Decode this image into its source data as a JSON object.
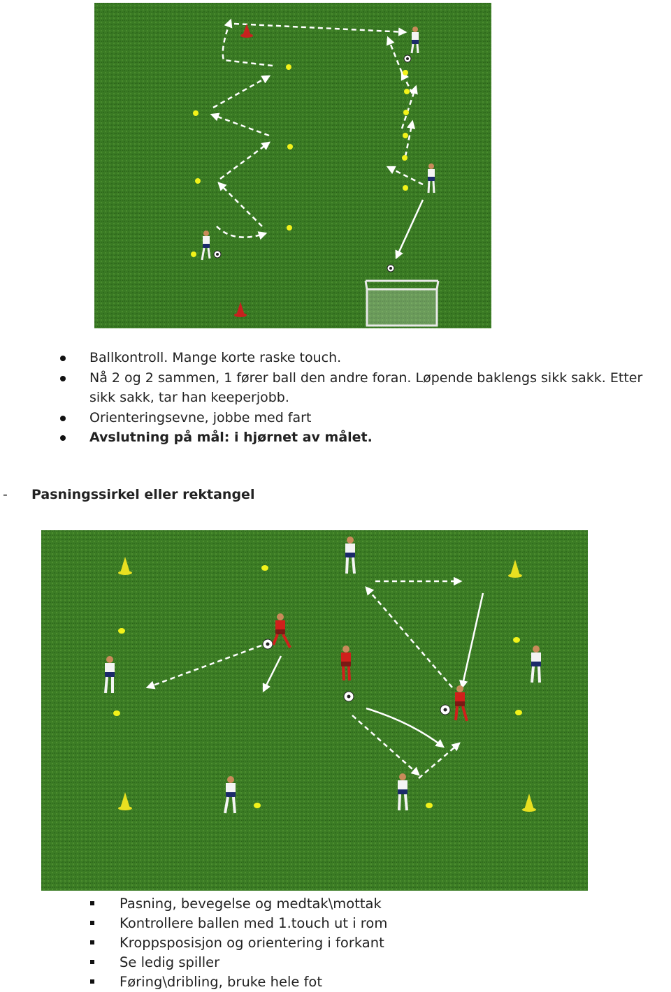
{
  "colors": {
    "grass_dark": "#2f6e1f",
    "grass_light": "#4b8a2c",
    "cone_red": "#c8211e",
    "cone_yellow": "#e8e020",
    "marker_yellow": "#f2f21a",
    "arrow": "#ffffff",
    "team_white": "#f4f4f4",
    "team_red": "#d0201b"
  },
  "drill1": {
    "icons": [
      "cone-red",
      "marker-yellow",
      "player-white",
      "ball",
      "goal",
      "dashed-arrow",
      "solid-arrow"
    ]
  },
  "section1": {
    "bullets": [
      "Ballkontroll. Mange korte raske touch.",
      "Nå 2 og 2 sammen, 1 fører ball den andre foran. Løpende baklengs sikk sakk. Etter sikk sakk, tar han keeperjobb.",
      "Orienteringsevne, jobbe med fart",
      "Avslutning på mål: i hjørnet av målet."
    ]
  },
  "section2": {
    "dash": "-",
    "heading": "Pasningssirkel eller rektangel",
    "bullets": [
      "Pasning, bevegelse og medtak\\mottak",
      "Kontrollere ballen med 1.touch ut i rom",
      "Kroppsposisjon og orientering i forkant",
      "Se ledig spiller",
      "Føring\\dribling, bruke hele fot"
    ]
  },
  "drill2": {
    "icons": [
      "cone-yellow",
      "marker-yellow",
      "player-white",
      "player-red",
      "ball",
      "dashed-arrow",
      "solid-arrow"
    ]
  }
}
